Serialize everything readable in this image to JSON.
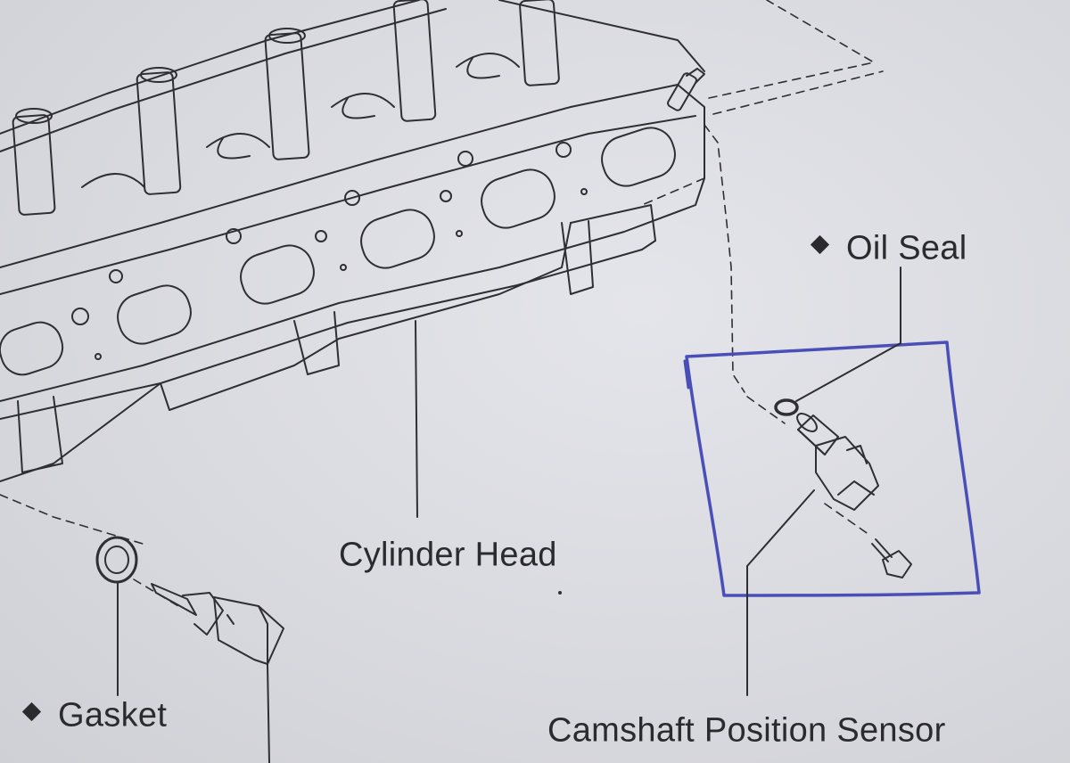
{
  "labels": {
    "oil_seal": "Oil Seal",
    "cylinder_head": "Cylinder Head",
    "gasket": "Gasket",
    "camshaft_sensor": "Camshaft Position Sensor"
  },
  "icons": {
    "marker": "diamond-icon"
  },
  "colors": {
    "line": "#2e2e33",
    "highlight_box": "#4a4fb8",
    "paper": "#dedfe4"
  }
}
